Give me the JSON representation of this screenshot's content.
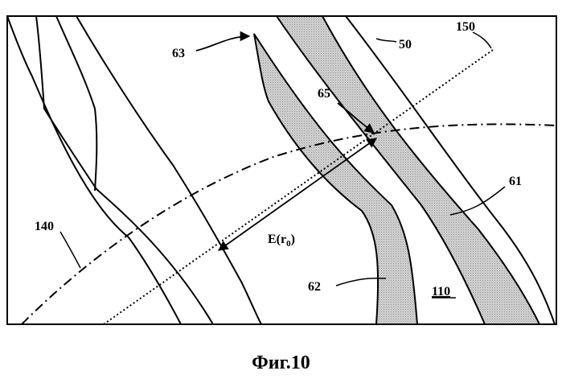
{
  "figure": {
    "labels": {
      "l50": "50",
      "l150": "150",
      "l63": "63",
      "l65": "65",
      "l61": "61",
      "l140": "140",
      "l_E": "E(r",
      "l_E_sub": "0",
      "l_E_close": ")",
      "l62": "62",
      "l110": "110"
    },
    "caption": "Фиг.10",
    "colors": {
      "ink": "#000000",
      "shade": "#c8c8c8",
      "background": "#ffffff"
    }
  }
}
